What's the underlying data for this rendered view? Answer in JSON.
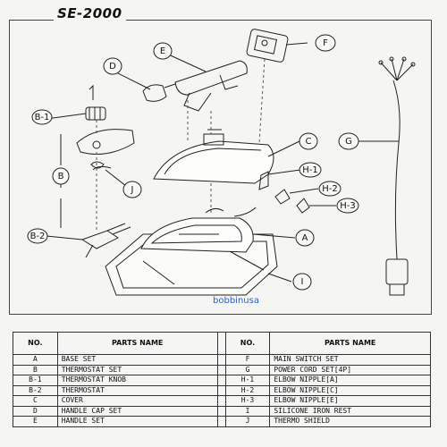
{
  "title": "SE-2000",
  "watermark": "bobbinusa",
  "callouts": [
    "A",
    "B",
    "B-1",
    "B-2",
    "C",
    "D",
    "E",
    "F",
    "G",
    "H-1",
    "H-2",
    "H-3",
    "I",
    "J"
  ],
  "parts_table": {
    "header": {
      "no": "NO.",
      "name": "PARTS    NAME"
    },
    "left": [
      {
        "no": "A",
        "name": "BASE SET"
      },
      {
        "no": "B",
        "name": "THERMOSTAT SET"
      },
      {
        "no": "B-1",
        "name": "THERMOSTAT KNOB"
      },
      {
        "no": "B-2",
        "name": "THERMOSTAT"
      },
      {
        "no": "C",
        "name": "COVER"
      },
      {
        "no": "D",
        "name": "HANDLE CAP SET"
      },
      {
        "no": "E",
        "name": "HANDLE SET"
      }
    ],
    "right": [
      {
        "no": "F",
        "name": "MAIN SWITCH SET"
      },
      {
        "no": "G",
        "name": "POWER CORD SET[4P]"
      },
      {
        "no": "H-1",
        "name": "ELBOW  NIPPLE[A]"
      },
      {
        "no": "H-2",
        "name": "ELBOW  NIPPLE[C]"
      },
      {
        "no": "H-3",
        "name": "ELBOW  NIPPLE[E]"
      },
      {
        "no": "I",
        "name": "SILICONE IRON REST"
      },
      {
        "no": "J",
        "name": "THERMO SHIELD"
      }
    ]
  }
}
